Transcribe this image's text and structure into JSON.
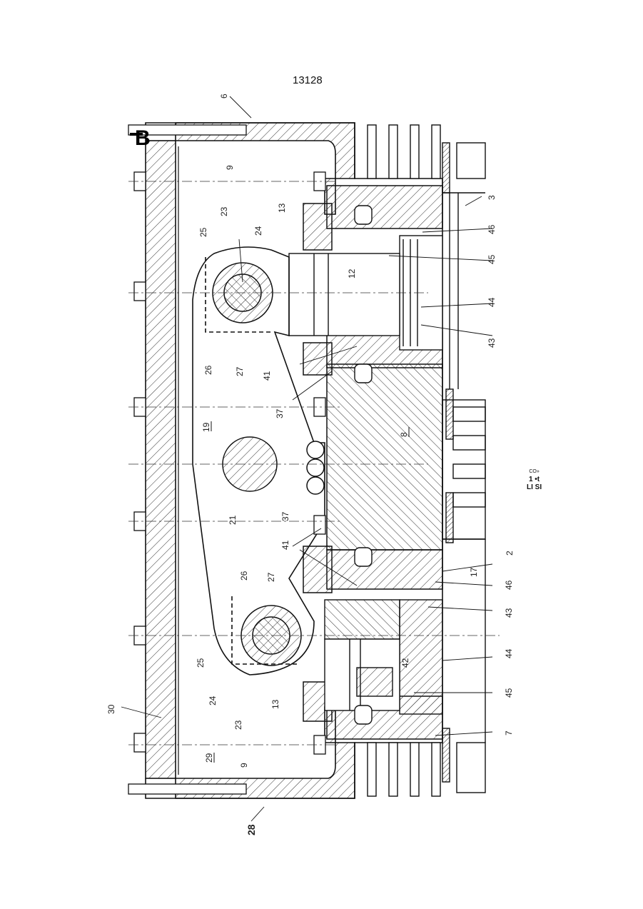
{
  "page_number": "13128",
  "margin_code": {
    "top": "CO»",
    "line1": "1 •t",
    "line2": "LI SI"
  },
  "reference_numerals": {
    "n6": "6",
    "n9a": "9",
    "n13a": "13",
    "n3": "3",
    "n46a": "46",
    "n23a": "23",
    "n25a": "25",
    "n24a": "24",
    "n12": "12",
    "n45a": "45",
    "n44a": "44",
    "n43a": "43",
    "n26a": "26",
    "n27a": "27",
    "n41a": "41",
    "n37a": "37",
    "n19": "19",
    "n8": "8",
    "n21": "21",
    "n37b": "37",
    "n41b": "41",
    "n2": "2",
    "n17": "17",
    "n46b": "46",
    "n26b": "26",
    "n27b": "27",
    "n43b": "43",
    "n25b": "25",
    "n42": "42",
    "n44b": "44",
    "n24b": "24",
    "n30": "30",
    "n23b": "23",
    "n13b": "13",
    "n45b": "45",
    "n7": "7",
    "n29": "29",
    "n9b": "9",
    "n28": "28",
    "section_mark": "B"
  }
}
